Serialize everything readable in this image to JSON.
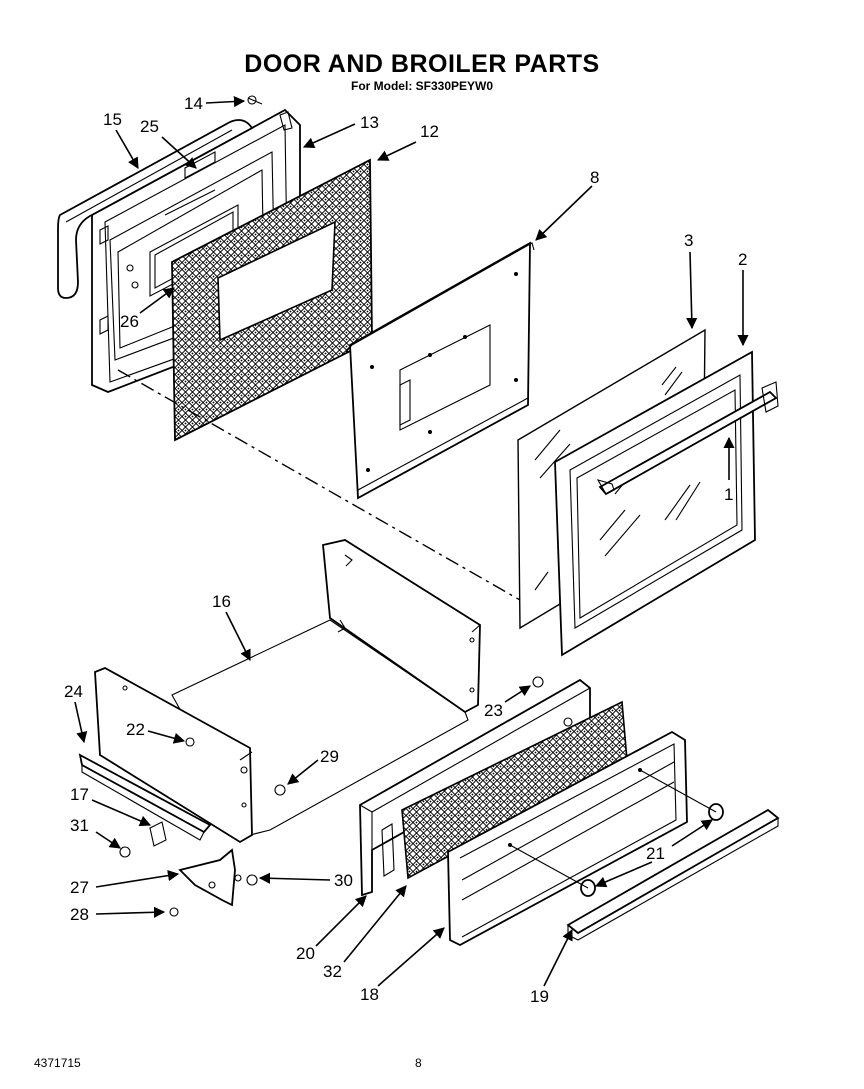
{
  "header": {
    "title": "DOOR AND BROILER PARTS",
    "model_line": "For Model: SF330PEYW0"
  },
  "footer": {
    "doc_number": "4371715",
    "page_number": "8"
  },
  "callouts": [
    "1",
    "2",
    "3",
    "8",
    "12",
    "13",
    "14",
    "15",
    "16",
    "17",
    "18",
    "19",
    "20",
    "21",
    "22",
    "23",
    "24",
    "25",
    "26",
    "27",
    "28",
    "29",
    "30",
    "31",
    "32"
  ]
}
